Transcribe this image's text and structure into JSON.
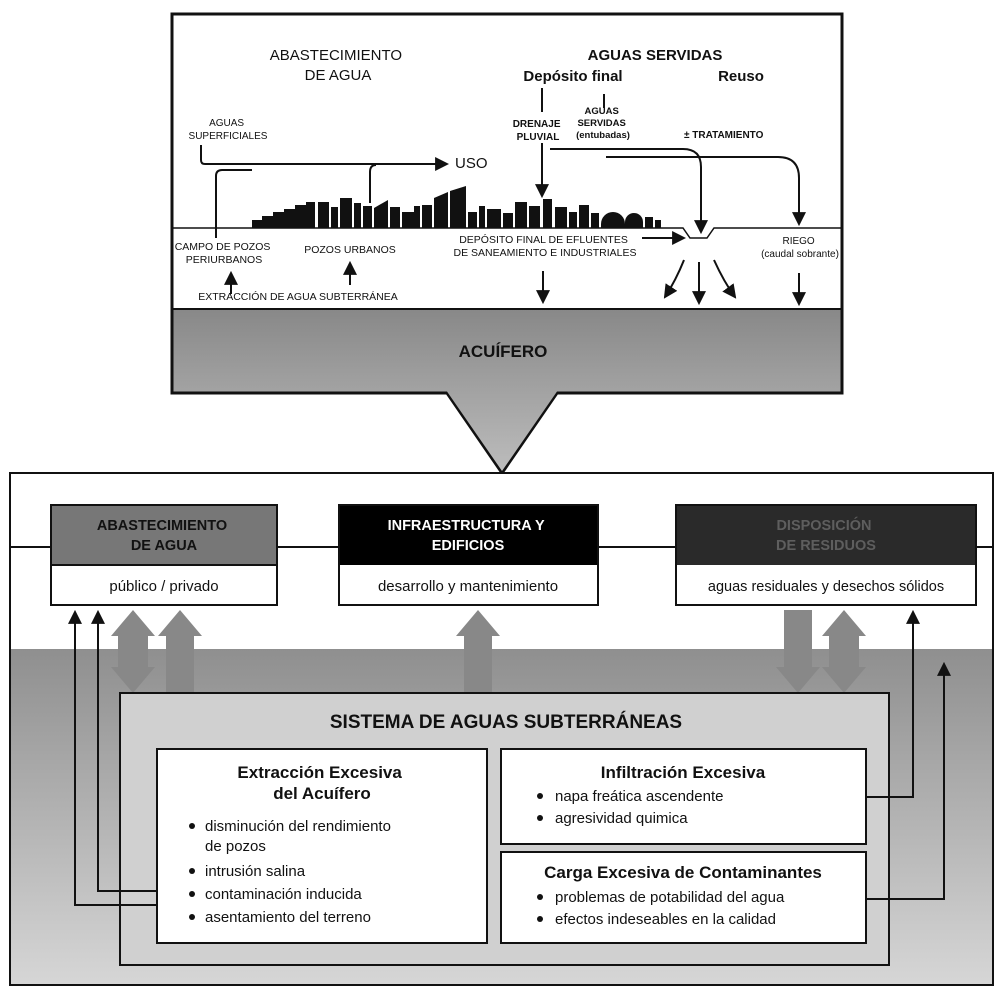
{
  "top": {
    "abastecimiento": [
      "ABASTECIMIENTO",
      "DE AGUA"
    ],
    "aguas_servidas": "AGUAS SERVIDAS",
    "deposito_final": "Depósito final",
    "reuso": "Reuso",
    "aguas_superficiales": [
      "AGUAS",
      "SUPERFICIALES"
    ],
    "uso": "USO",
    "drenaje_pluvial": [
      "DRENAJE",
      "PLUVIAL"
    ],
    "aguas_servidas_entubadas": [
      "AGUAS",
      "SERVIDAS",
      "(entubadas)"
    ],
    "tratamiento": "± TRATAMIENTO",
    "campo_pozos": [
      "CAMPO DE POZOS",
      "PERIURBANOS"
    ],
    "pozos_urbanos": "POZOS URBANOS",
    "deposito_efluentes": [
      "DEPÓSITO FINAL DE EFLUENTES",
      "DE SANEAMIENTO E INDUSTRIALES"
    ],
    "riego": [
      "RIEGO",
      "(caudal sobrante)"
    ],
    "extraccion": "EXTRACCIÓN DE AGUA SUBTERRÁNEA",
    "acuifero": "ACUÍFERO"
  },
  "bottom": {
    "abastecimiento": {
      "title": [
        "ABASTECIMIENTO",
        "DE AGUA"
      ],
      "sub": "público / privado"
    },
    "infraestructura": {
      "title": [
        "INFRAESTRUCTURA Y",
        "EDIFICIOS"
      ],
      "sub": "desarrollo y mantenimiento"
    },
    "disposicion": {
      "title": [
        "DISPOSICIÓN",
        "DE RESIDUOS"
      ],
      "sub": "aguas residuales y desechos sólidos"
    },
    "sistema": "SISTEMA DE AGUAS SUBTERRÁNEAS",
    "extraccion_box": {
      "title": [
        "Extracción Excesiva",
        "del Acuífero"
      ],
      "items": [
        "disminución del rendimiento",
        "de pozos",
        "intrusión salina",
        "contaminación inducida",
        "asentamiento del terreno"
      ]
    },
    "infiltracion_box": {
      "title": "Infiltración Excesiva",
      "items": [
        "napa freática ascendente",
        "agresividad quimica"
      ]
    },
    "carga_box": {
      "title": "Carga Excesiva de Contaminantes",
      "items": [
        "problemas de potabilidad del agua",
        "efectos indeseables en la calidad"
      ]
    }
  },
  "colors": {
    "aquifer_top": "#959595",
    "aquifer_band": "#999999",
    "system_box": "#d0d0d0",
    "grey_header": "#777777",
    "black_header": "#000000",
    "dark_header": "#2a2a2a",
    "thick_arrow": "#888888"
  }
}
